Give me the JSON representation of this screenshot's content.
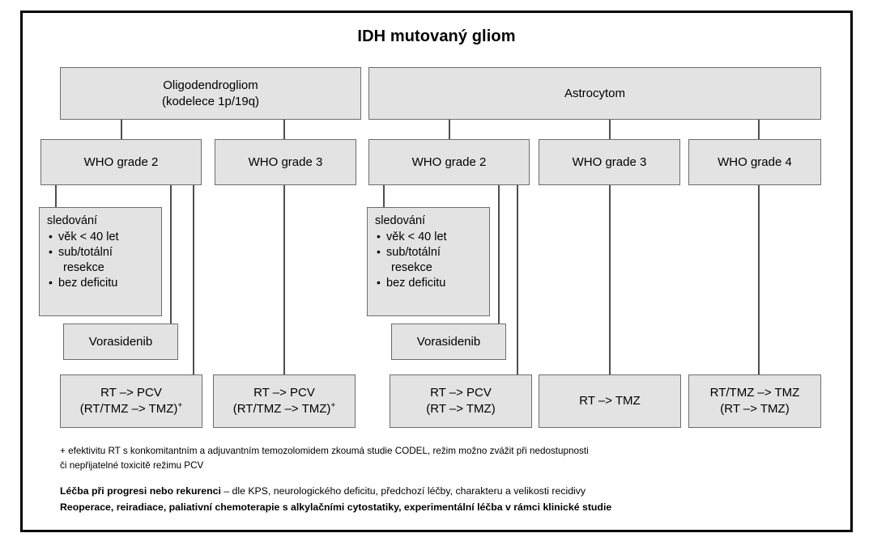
{
  "title": "IDH mutovaný gliom",
  "tier1": [
    {
      "name": "oligodendrogliom",
      "lines": [
        "Oligodendrogliom",
        "(kodelece 1p/19q)"
      ]
    },
    {
      "name": "astrocytom",
      "lines": [
        "Astrocytom"
      ]
    }
  ],
  "tier2": [
    {
      "name": "oligo-who-grade-2",
      "lines": [
        "WHO grade 2"
      ]
    },
    {
      "name": "oligo-who-grade-3",
      "lines": [
        "WHO grade 3"
      ]
    },
    {
      "name": "astro-who-grade-2",
      "lines": [
        "WHO grade 2"
      ]
    },
    {
      "name": "astro-who-grade-3",
      "lines": [
        "WHO grade 3"
      ]
    },
    {
      "name": "astro-who-grade-4",
      "lines": [
        "WHO grade 4"
      ]
    }
  ],
  "surveillance": {
    "header": "sledování",
    "items": [
      "věk < 40 let",
      "sub/totální",
      "resekce",
      "bez deficitu"
    ]
  },
  "vorasidenib": "Vorasidenib",
  "treatments": [
    {
      "name": "oligo-g2-treatment",
      "line1": "RT –> PCV",
      "line2": "(RT/TMZ –> TMZ)",
      "sup": "+"
    },
    {
      "name": "oligo-g3-treatment",
      "line1": "RT –> PCV",
      "line2": "(RT/TMZ –> TMZ)",
      "sup": "+"
    },
    {
      "name": "astro-g2-treatment",
      "line1": "RT –> PCV",
      "line2": "(RT –> TMZ)",
      "sup": ""
    },
    {
      "name": "astro-g3-treatment",
      "line1": "RT –> TMZ",
      "line2": "",
      "sup": ""
    },
    {
      "name": "astro-g4-treatment",
      "line1": "RT/TMZ –> TMZ",
      "line2": "(RT –> TMZ)",
      "sup": ""
    }
  ],
  "footnotes": {
    "line1": "+ efektivitu RT s konkomitantním a adjuvantním temozolomidem zkoumá studie CODEL, režim možno zvážit při nedostupnosti",
    "line2": "či nepřijatelné toxicitě režimu PCV"
  },
  "bold_notes": {
    "line1_bold": "Léčba při progresi nebo rekurenci",
    "line1_rest": " – dle KPS, neurologického deficitu, předchozí léčby, charakteru a velikosti recidivy",
    "line2": "Reoperace, reiradiace, paliativní chemoterapie s alkylačními cytostatiky, experimentální léčba v rámci klinické studie"
  },
  "colors": {
    "box_fill": "#e3e3e3",
    "box_border": "#6d6d6d",
    "line": "#4f4f4f",
    "frame": "#000000"
  }
}
